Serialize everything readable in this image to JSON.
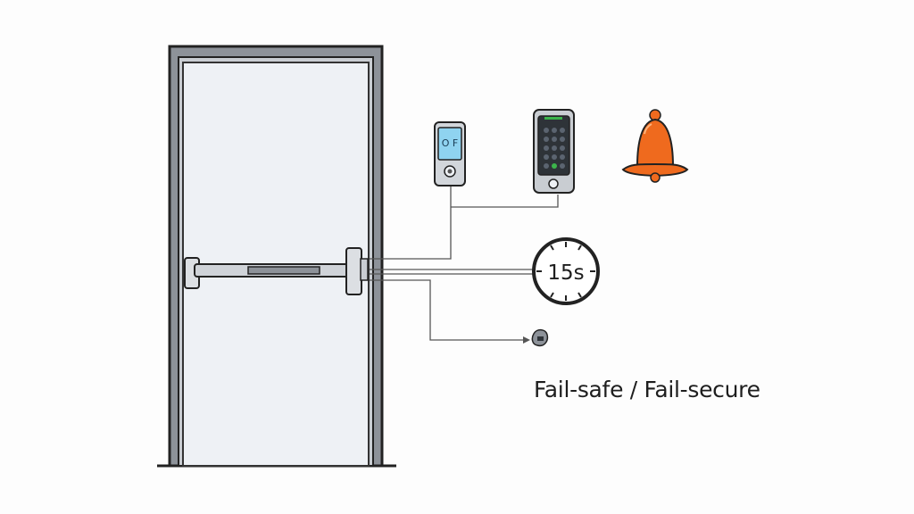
{
  "diagram": {
    "timer": {
      "value": "15s"
    },
    "mode_label": "Fail-safe / Fail-secure",
    "reader_screen_text": "O F",
    "colors": {
      "door_frame": "#8d9299",
      "door_panel": "#eef1f5",
      "outline": "#222222",
      "alarm_bell": "#ef6a1e",
      "reader_screen": "#8fd3f0",
      "keypad_led": "#3cb44b",
      "wire": "#555555"
    },
    "icons": [
      "door",
      "panic-exit-bar",
      "card-reader-icon",
      "keypad-icon",
      "alarm-bell-icon",
      "timer-icon",
      "sensor-icon"
    ]
  }
}
